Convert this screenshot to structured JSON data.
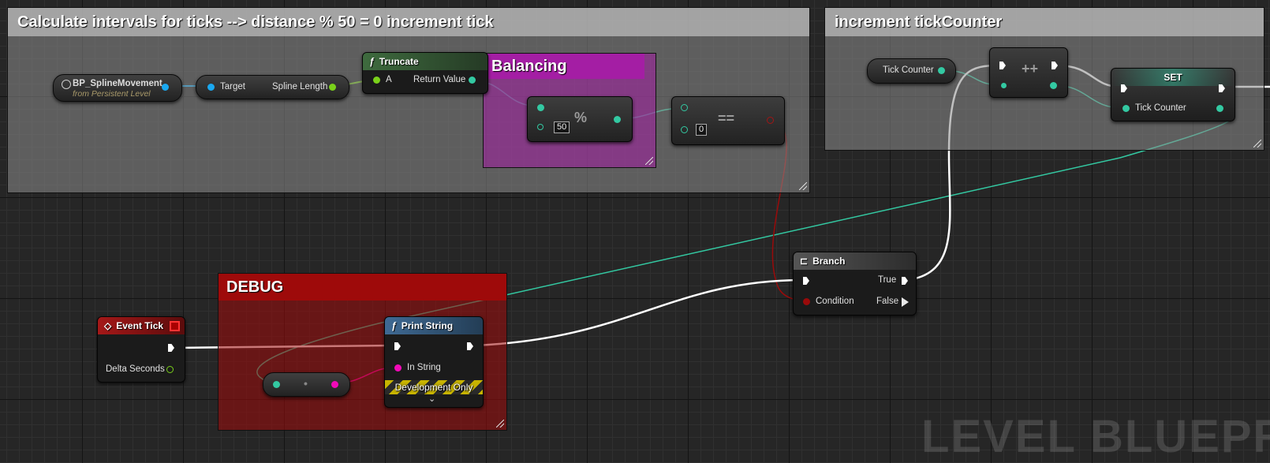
{
  "comments": {
    "calc": "Calculate intervals for ticks --> distance % 50 = 0 increment tick",
    "increment": "increment tickCounter",
    "balancing": "Balancing",
    "debug": "DEBUG"
  },
  "nodes": {
    "bp_spline": {
      "title": "BP_SplineMovement",
      "subtitle": "from Persistent Level"
    },
    "spline_length": {
      "target": "Target",
      "output": "Spline Length"
    },
    "truncate": {
      "title": "Truncate",
      "input": "A",
      "output": "Return Value"
    },
    "modulo": {
      "symbol": "%",
      "value": "50"
    },
    "equals": {
      "symbol": "==",
      "value": "0"
    },
    "tick_counter_get": {
      "label": "Tick Counter"
    },
    "increment": {
      "symbol": "++"
    },
    "set": {
      "title": "SET",
      "pin": "Tick Counter"
    },
    "branch": {
      "title": "Branch",
      "condition": "Condition",
      "true_label": "True",
      "false_label": "False"
    },
    "event_tick": {
      "title": "Event Tick",
      "delta": "Delta Seconds"
    },
    "print_string": {
      "title": "Print String",
      "input": "In String",
      "dev_only": "Development Only"
    },
    "convert": {
      "symbol": "•"
    }
  },
  "watermark": "LEVEL BLUEPRI",
  "colors": {
    "float_pin": "#33c9a2",
    "object_pin": "#1aa8f0",
    "bool_pin": "#9a0a0a",
    "string_pin": "#f20ab8",
    "exec": "#ffffff",
    "event_header": "#8c1414",
    "function_header": "#3b5a7a",
    "pure_header": "#3a6a3a",
    "balancing_comment": "#a41ea4",
    "debug_comment": "#9e0a0a"
  },
  "icons": [
    "function-icon",
    "branch-icon",
    "event-icon",
    "level-actor-icon",
    "expand-chevron-icon"
  ]
}
